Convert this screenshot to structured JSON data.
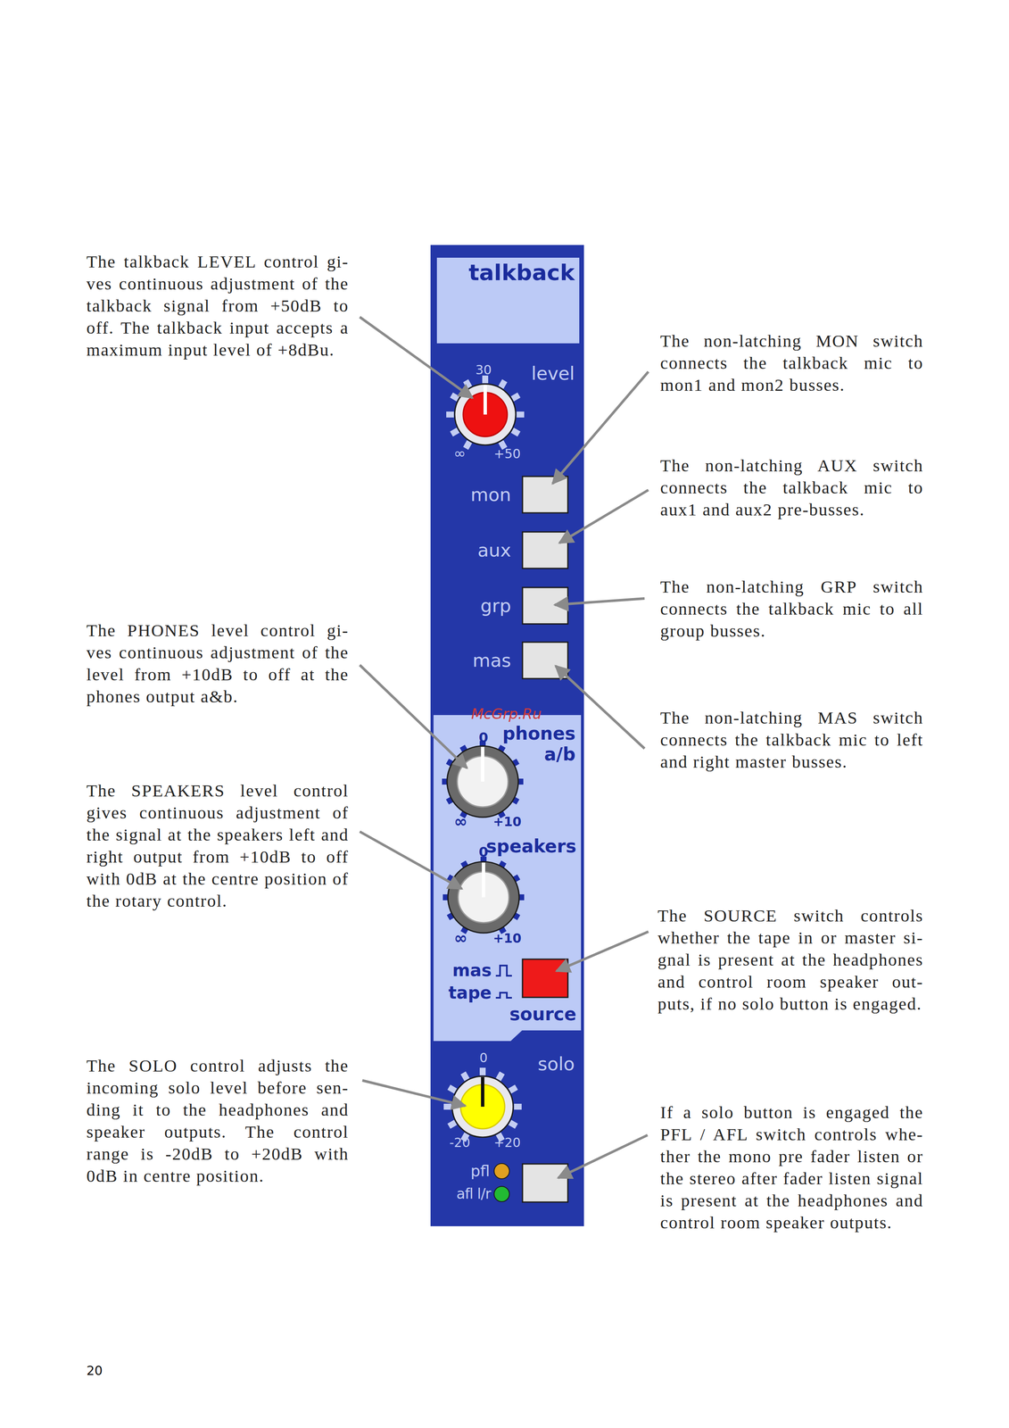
{
  "diagram": {
    "nodes": [
      {
        "text": [
          "talkback"
        ]
      },
      {
        "text": [
          "level"
        ]
      },
      {
        "text": [
          "phones a/b",
          "speakers",
          "source"
        ]
      },
      {
        "text": [
          "solo"
        ]
      }
    ],
    "labels": [
      "The talkback LEVEL control gi- ves continuous adjustment of the talkback signal from +50dB to off. The talkback input accepts a maximum input level of +8dBu.",
      "The PHONES level control gi- ves continuous adjustment of the level from +10dB to off at the phones output a&b.",
      "The SPEAKERS level control gives continuous adjustment of the signal at the speakers left and right output from +10dB to off with 0dB at the centre position of the rotary control.",
      "The SOLO control adjusts the incoming solo level before sen- ding it to the headphones and speaker outputs. The control range is -20dB to +20dB with 0dB in centre position.",
      "The non-latching MON switch connects the talkback mic to mon1 and mon2 busses.",
      "The non-latching AUX switch connects the talkback mic to aux1 and aux2 pre-busses.",
      "The non-latching GRP switch connects the talkback mic to all group busses.",
      "The non-latching MAS switch connects the talkback mic to left and right master busses.",
      "The SOURCE switch controls whether the tape in or master si- gnal is present at the headphones and control room speaker out- puts, if no solo button is engaged.",
      "If a solo button is engaged the PFL / AFL switch controls whe- ther the mono pre fader listen or the stereo after fader listen signal is present at the headphones and control room speaker outputs.",
      "30",
      "∞",
      "+50",
      "mon",
      "aux",
      "grp",
      "mas",
      "0",
      "∞",
      "+10",
      "0",
      "∞",
      "+10",
      "mas",
      "tape",
      "0",
      "-20",
      "+20",
      "pfl",
      "afl l/r",
      "McGrp.Ru",
      "20"
    ]
  }
}
